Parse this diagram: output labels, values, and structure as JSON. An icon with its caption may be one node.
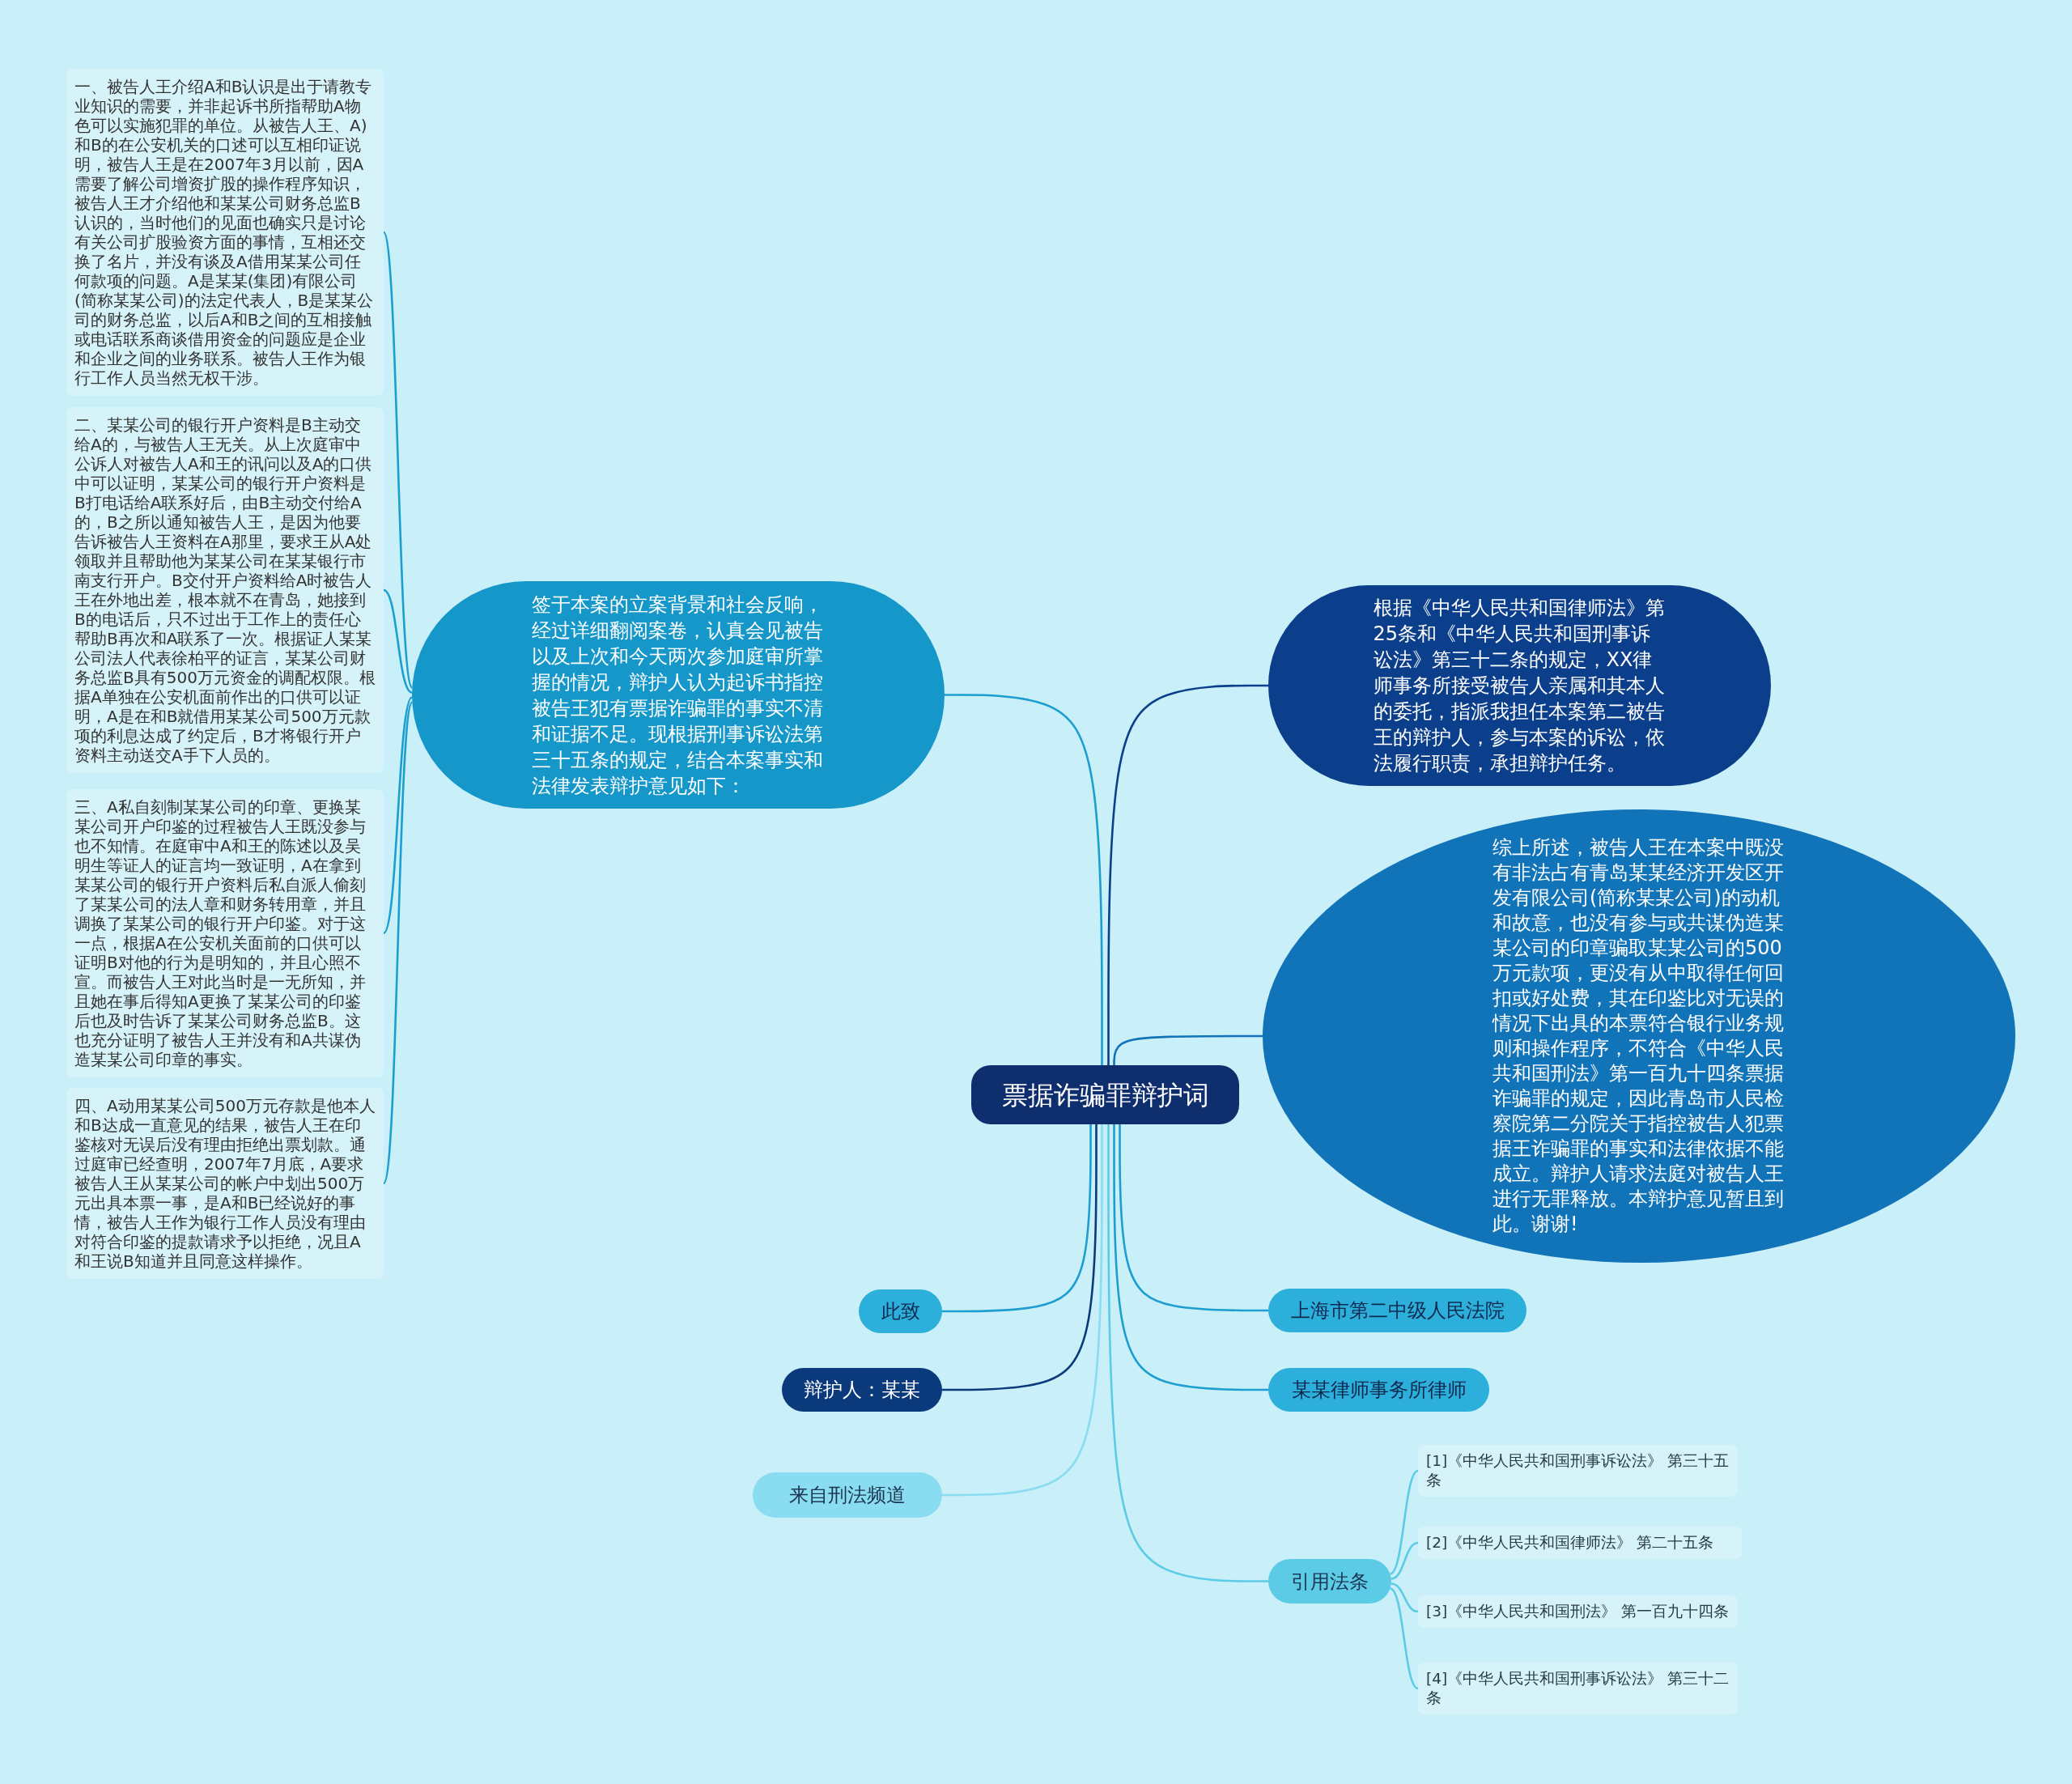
{
  "diagram": {
    "nodes": [
      {
        "text": [
          "票据诈骗罪辩护词"
        ]
      },
      {
        "text": [
          "签于本案的立案背景和社会反响，经过详细翻阅案卷，认真会见被告以及上次和今天两次参加庭审所掌握的情况，辩护人认为起诉书指控被告王犯有票据诈骗罪的事实不清和证据不足。现根据刑事诉讼法第三十五条的规定，结合本案事实和法律发表辩护意见如下："
        ]
      },
      {
        "text": [
          "一、被告人王介绍A和B认识是出于请教专业知识的需要，并非起诉书所指帮助A物色可以实施犯罪的单位。从被告人王、A)和B的在公安机关的口述可以互相印证说明，被告人王是在2007年3月以前，因A需要了解公司增资扩股的操作程序知识，被告人王才介绍他和某某公司财务总监B认识的，当时他们的见面也确实只是讨论有关公司扩股验资方面的事情，互相还交换了名片，并没有谈及A借用某某公司任何款项的问题。A是某某(集团)有限公司(简称某某公司)的法定代表人，B是某某公司的财务总监，以后A和B之间的互相接触或电话联系商谈借用资金的问题应是企业和企业之间的业务联系。被告人王作为银行工作人员当然无权干涉。"
        ]
      },
      {
        "text": [
          "二、某某公司的银行开户资料是B主动交给A的，与被告人王无关。从上次庭审中公诉人对被告人A和王的讯问以及A的口供中可以证明，某某公司的银行开户资料是B打电话给A联系好后，由B主动交付给A的，B之所以通知被告人王，是因为他要告诉被告人王资料在A那里，要求王从A处领取并且帮助他为某某公司在某某银行市南支行开户。B交付开户资料给A时被告人王在外地出差，根本就不在青岛，她接到B的电话后，只不过出于工作上的责任心帮助B再次和A联系了一次。根据证人某某公司法人代表徐柏平的证言，某某公司财务总监B具有500万元资金的调配权限。根据A单独在公安机面前作出的口供可以证明，A是在和B就借用某某公司500万元款项的利息达成了约定后，B才将银行开户资料主动送交A手下人员的。"
        ]
      },
      {
        "text": [
          "三、A私自刻制某某公司的印章、更换某某公司开户印鉴的过程被告人王既没参与也不知情。在庭审中A和王的陈述以及吴明生等证人的证言均一致证明，A在拿到某某公司的银行开户资料后私自派人偷刻了某某公司的法人章和财务转用章，并且调换了某某公司的银行开户印鉴。对于这一点，根据A在公安机关面前的口供可以证明B对他的行为是明知的，并且心照不宣。而被告人王对此当时是一无所知，并且她在事后得知A更换了某某公司的印鉴后也及时告诉了某某公司财务总监B。这也充分证明了被告人王并没有和A共谋伪造某某公司印章的事实。"
        ]
      },
      {
        "text": [
          "四、A动用某某公司500万元存款是他本人和B达成一直意见的结果，被告人王在印鉴核对无误后没有理由拒绝出票划款。通过庭审已经查明，2007年7月底，A要求被告人王从某某公司的帐户中划出500万元出具本票一事，是A和B已经说好的事情，被告人王作为银行工作人员没有理由对符合印鉴的提款请求予以拒绝，况且A和王说B知道并且同意这样操作。"
        ]
      },
      {
        "text": [
          "根据《中华人民共和国律师法》第25条和《中华人民共和国刑事诉讼法》第三十二条的规定，XX律师事务所接受被告人亲属和其本人的委托，指派我担任本案第二被告王的辩护人，参与本案的诉讼，依法履行职责，承担辩护任务。"
        ]
      },
      {
        "text": [
          "综上所述，被告人王在本案中既没有非法占有青岛某某经济开发区开发有限公司(简称某某公司)的动机和故意，也没有参与或共谋伪造某某公司的印章骗取某某公司的500万元款项，更没有从中取得任何回扣或好处费，其在印鉴比对无误的情况下出具的本票符合银行业务规则和操作程序，不符合《中华人民共和国刑法》第一百九十四条票据诈骗罪的规定，因此青岛市人民检察院第二分院关于指控被告人犯票据王诈骗罪的事实和法律依据不能成立。辩护人请求法庭对被告人王进行无罪释放。本辩护意见暂且到此。谢谢!"
        ]
      },
      {
        "text": [
          "此致"
        ]
      },
      {
        "text": [
          "上海市第二中级人民法院"
        ]
      },
      {
        "text": [
          "辩护人：某某"
        ]
      },
      {
        "text": [
          "某某律师事务所律师"
        ]
      },
      {
        "text": [
          "来自刑法频道"
        ]
      },
      {
        "text": [
          "引用法条"
        ]
      },
      {
        "text": [
          "[1]《中华人民共和国刑事诉讼法》 第三十五条"
        ]
      },
      {
        "text": [
          "[2]《中华人民共和国律师法》 第二十五条"
        ]
      },
      {
        "text": [
          "[3]《中华人民共和国刑法》 第一百九十四条"
        ]
      },
      {
        "text": [
          "[4]《中华人民共和国刑事诉讼法》 第三十二条"
        ]
      }
    ],
    "edges": [
      {
        "from": 0,
        "to": 1,
        "arrow": "none"
      },
      {
        "from": 1,
        "to": 2,
        "arrow": "none"
      },
      {
        "from": 1,
        "to": 3,
        "arrow": "none"
      },
      {
        "from": 1,
        "to": 4,
        "arrow": "none"
      },
      {
        "from": 1,
        "to": 5,
        "arrow": "none"
      },
      {
        "from": 0,
        "to": 6,
        "arrow": "none",
        "color": "#0c3f8b"
      },
      {
        "from": 0,
        "to": 7,
        "arrow": "none",
        "color": "#1173b8"
      },
      {
        "from": 0,
        "to": 8,
        "arrow": "none"
      },
      {
        "from": 0,
        "to": 9,
        "arrow": "none"
      },
      {
        "from": 0,
        "to": 10,
        "arrow": "none",
        "color": "#0b3a7c"
      },
      {
        "from": 0,
        "to": 11,
        "arrow": "none"
      },
      {
        "from": 0,
        "to": 12,
        "arrow": "none",
        "color": "#8adcf0"
      },
      {
        "from": 0,
        "to": 13,
        "arrow": "none",
        "color": "#5ccbe6"
      },
      {
        "from": 13,
        "to": 14,
        "arrow": "none",
        "color": "#5ccbe6"
      },
      {
        "from": 13,
        "to": 15,
        "arrow": "none",
        "color": "#5ccbe6"
      },
      {
        "from": 13,
        "to": 16,
        "arrow": "none",
        "color": "#5ccbe6"
      },
      {
        "from": 13,
        "to": 17,
        "arrow": "none",
        "color": "#5ccbe6"
      }
    ]
  }
}
